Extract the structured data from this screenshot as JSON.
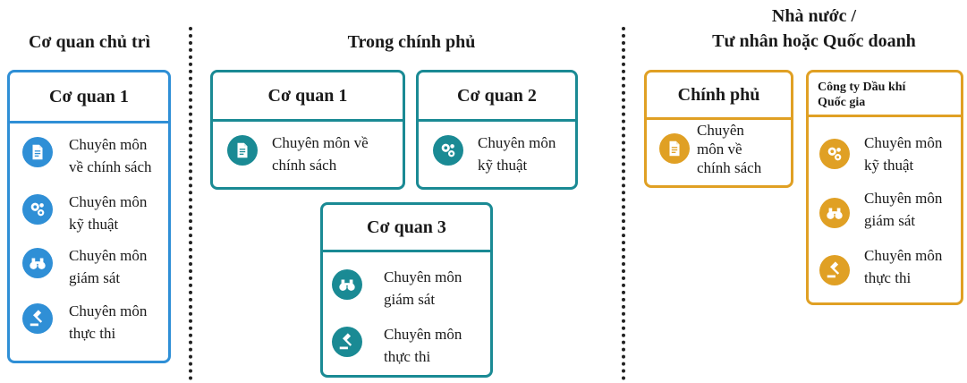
{
  "columns": {
    "lead_agency": {
      "title": "Cơ quan chủ trì"
    },
    "government": {
      "title": "Trong chính phủ"
    },
    "state_private": {
      "title_line1": "Nhà nước /",
      "title_line2": "Tư nhân hoặc Quốc doanh"
    }
  },
  "lead_agency_box": {
    "heading": "Cơ quan 1",
    "items": [
      {
        "icon": "document-icon",
        "line1": "Chuyên môn",
        "line2": "về chính sách"
      },
      {
        "icon": "gears-icon",
        "line1": "Chuyên môn",
        "line2": "kỹ thuật"
      },
      {
        "icon": "binoculars-icon",
        "line1": "Chuyên môn",
        "line2": "giám sát"
      },
      {
        "icon": "gavel-icon",
        "line1": "Chuyên môn",
        "line2": "thực thi"
      }
    ]
  },
  "gov_box1": {
    "heading": "Cơ quan 1",
    "items": [
      {
        "icon": "document-icon",
        "line1": "Chuyên môn về",
        "line2": "chính sách"
      }
    ]
  },
  "gov_box2": {
    "heading": "Cơ quan 2",
    "items": [
      {
        "icon": "gears-icon",
        "line1": "Chuyên môn",
        "line2": "kỹ thuật"
      }
    ]
  },
  "gov_box3": {
    "heading": "Cơ quan 3",
    "items": [
      {
        "icon": "binoculars-icon",
        "line1": "Chuyên môn",
        "line2": "giám sát"
      },
      {
        "icon": "gavel-icon",
        "line1": "Chuyên môn",
        "line2": "thực thi"
      }
    ]
  },
  "gov_central_box": {
    "heading": "Chính phủ",
    "items": [
      {
        "icon": "document-icon",
        "line1": "Chuyên",
        "line2": "môn về",
        "line3": "chính sách"
      }
    ]
  },
  "company_box": {
    "heading_line1": "Công ty Dầu khí",
    "heading_line2": "Quốc gia",
    "items": [
      {
        "icon": "gears-icon",
        "line1": "Chuyên môn",
        "line2": "kỹ thuật"
      },
      {
        "icon": "binoculars-icon",
        "line1": "Chuyên môn",
        "line2": "giám sát"
      },
      {
        "icon": "gavel-icon",
        "line1": "Chuyên môn",
        "line2": "thực thi"
      }
    ]
  },
  "colors": {
    "blue": "#2f8fd6",
    "teal": "#1a8a94",
    "gold": "#e0a024"
  }
}
